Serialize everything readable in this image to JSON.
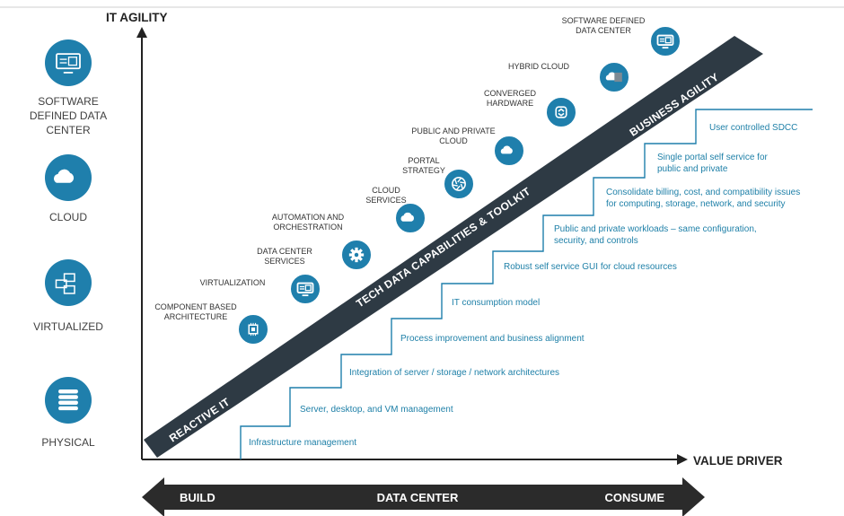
{
  "axes": {
    "y_label": "IT AGILITY",
    "x_label": "VALUE DRIVER"
  },
  "left_column": [
    {
      "icon": "data-center-icon",
      "lines": [
        "SOFTWARE",
        "DEFINED DATA",
        "CENTER"
      ]
    },
    {
      "icon": "cloud-icon",
      "lines": [
        "CLOUD"
      ]
    },
    {
      "icon": "virtualized-monitors-icon",
      "lines": [
        "VIRTUALIZED"
      ]
    },
    {
      "icon": "server-stack-icon",
      "lines": [
        "PHYSICAL"
      ]
    }
  ],
  "band": {
    "start_label": "REACTIVE IT",
    "middle_label": "TECH DATA CAPABILITIES & TOOLKIT",
    "end_label": "BUSINESS AGILITY"
  },
  "capabilities": [
    {
      "icon": "chip-icon",
      "lines": [
        "COMPONENT BASED",
        "ARCHITECTURE"
      ]
    },
    {
      "icon": "virtual-screens-icon",
      "lines": [
        "VIRTUALIZATION"
      ]
    },
    {
      "icon": "gear-icon",
      "lines": [
        "DATA CENTER",
        "SERVICES"
      ]
    },
    {
      "icon": "cloud-icon",
      "lines": [
        "AUTOMATION AND",
        "ORCHESTRATION"
      ]
    },
    {
      "icon": "aperture-icon",
      "lines": [
        "CLOUD",
        "SERVICES"
      ]
    },
    {
      "icon": "cloud-split-icon",
      "lines": [
        "PORTAL",
        "STRATEGY"
      ]
    },
    {
      "icon": "converge-arrows-icon",
      "lines": [
        "PUBLIC AND PRIVATE",
        "CLOUD"
      ]
    },
    {
      "icon": "hybrid-cloud-icon",
      "lines": [
        "CONVERGED",
        "HARDWARE"
      ]
    },
    {
      "icon": "data-center-icon",
      "lines": [
        "HYBRID CLOUD"
      ]
    },
    {
      "icon": "none",
      "lines": [
        "SOFTWARE DEFINED",
        "DATA CENTER"
      ]
    }
  ],
  "steps": [
    {
      "lines": [
        "Infrastructure management"
      ]
    },
    {
      "lines": [
        "Server, desktop, and VM management"
      ]
    },
    {
      "lines": [
        "Integration of server / storage / network architectures"
      ]
    },
    {
      "lines": [
        "Process improvement and business alignment"
      ]
    },
    {
      "lines": [
        "IT consumption model"
      ]
    },
    {
      "lines": [
        "Robust self service GUI for cloud resources"
      ]
    },
    {
      "lines": [
        "Public and private workloads – same configuration,",
        "security, and controls"
      ]
    },
    {
      "lines": [
        "Consolidate billing, cost, and compatibility issues",
        "for computing, storage, network, and security"
      ]
    },
    {
      "lines": [
        "Single portal self service for",
        "public and private"
      ]
    },
    {
      "lines": [
        "User controlled SDCC"
      ]
    }
  ],
  "bottom_arrow": {
    "left_label": "BUILD",
    "center_label": "DATA CENTER",
    "right_label": "CONSUME"
  },
  "colors": {
    "accent": "#1f7fac",
    "band": "#2e3a44",
    "dark_arrow": "#2b2b2b",
    "text": "#404040"
  }
}
